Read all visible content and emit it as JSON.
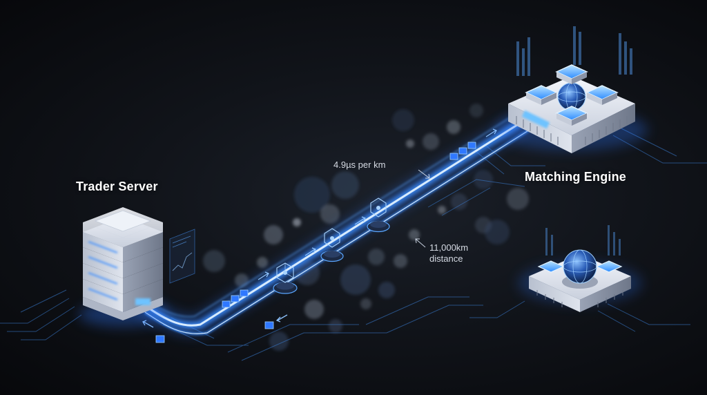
{
  "nodes": {
    "trader_server": {
      "label": "Trader Server"
    },
    "matching_engine": {
      "label": "Matching Engine"
    }
  },
  "annotations": {
    "latency_per_km": "4.9µs per km",
    "distance_line1": "11,000km",
    "distance_line2": "distance"
  },
  "colors": {
    "background": "#0b0d12",
    "fiber_glow": "#3a8dff",
    "fiber_core": "#d8ecff",
    "accent_cyan": "#6ec3ff",
    "device_body": "#e4e8f0",
    "device_shadow": "#8a93a6"
  },
  "icons": {
    "trader_device": "server-rack-icon",
    "engine_device": "chip-array-icon",
    "secondary_device": "globe-node-icon",
    "relay": "hexagon-node-icon",
    "packet": "data-packet-icon"
  }
}
